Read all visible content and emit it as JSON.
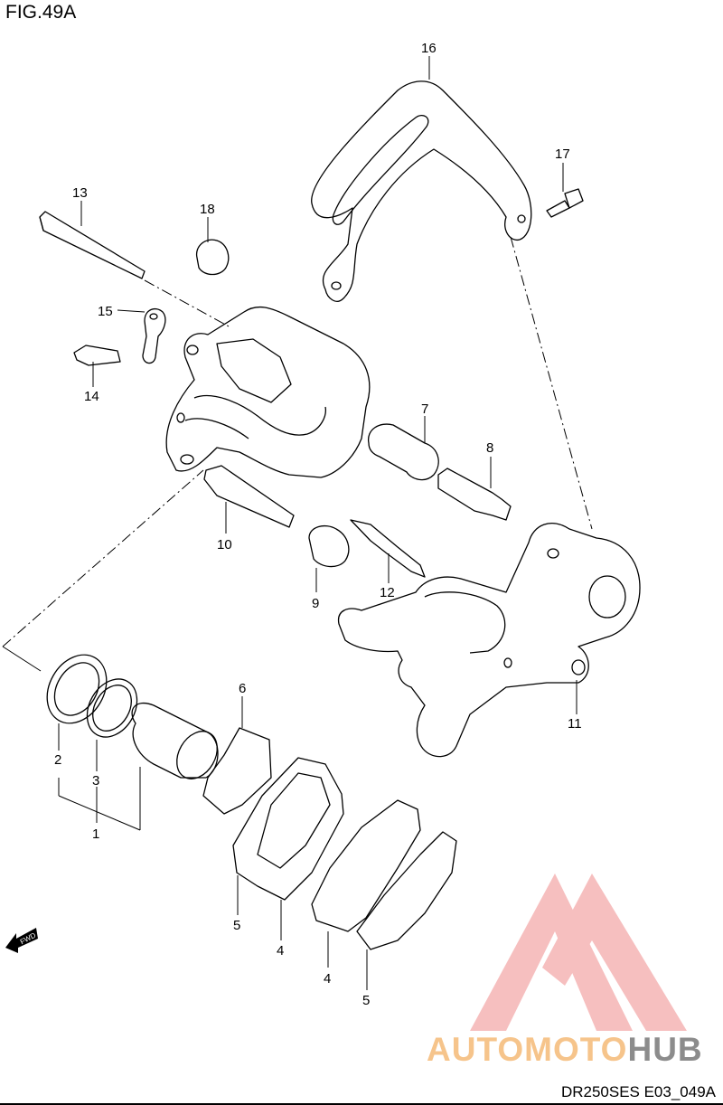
{
  "figure_title": "FIG.49A",
  "drawing_code": "DR250SES E03_049A",
  "watermark": {
    "part1": "AUTOMOTO",
    "part2": "HUB",
    "color_primary": "#f6c48b",
    "color_secondary": "#8c8c8c",
    "triangle_color": "#f08c8c"
  },
  "fwd_marker": "FWD",
  "callouts": [
    "16",
    "17",
    "13",
    "18",
    "15",
    "14",
    "7",
    "8",
    "10",
    "9",
    "12",
    "2",
    "3",
    "1",
    "6",
    "11",
    "5",
    "4",
    "4",
    "5"
  ]
}
